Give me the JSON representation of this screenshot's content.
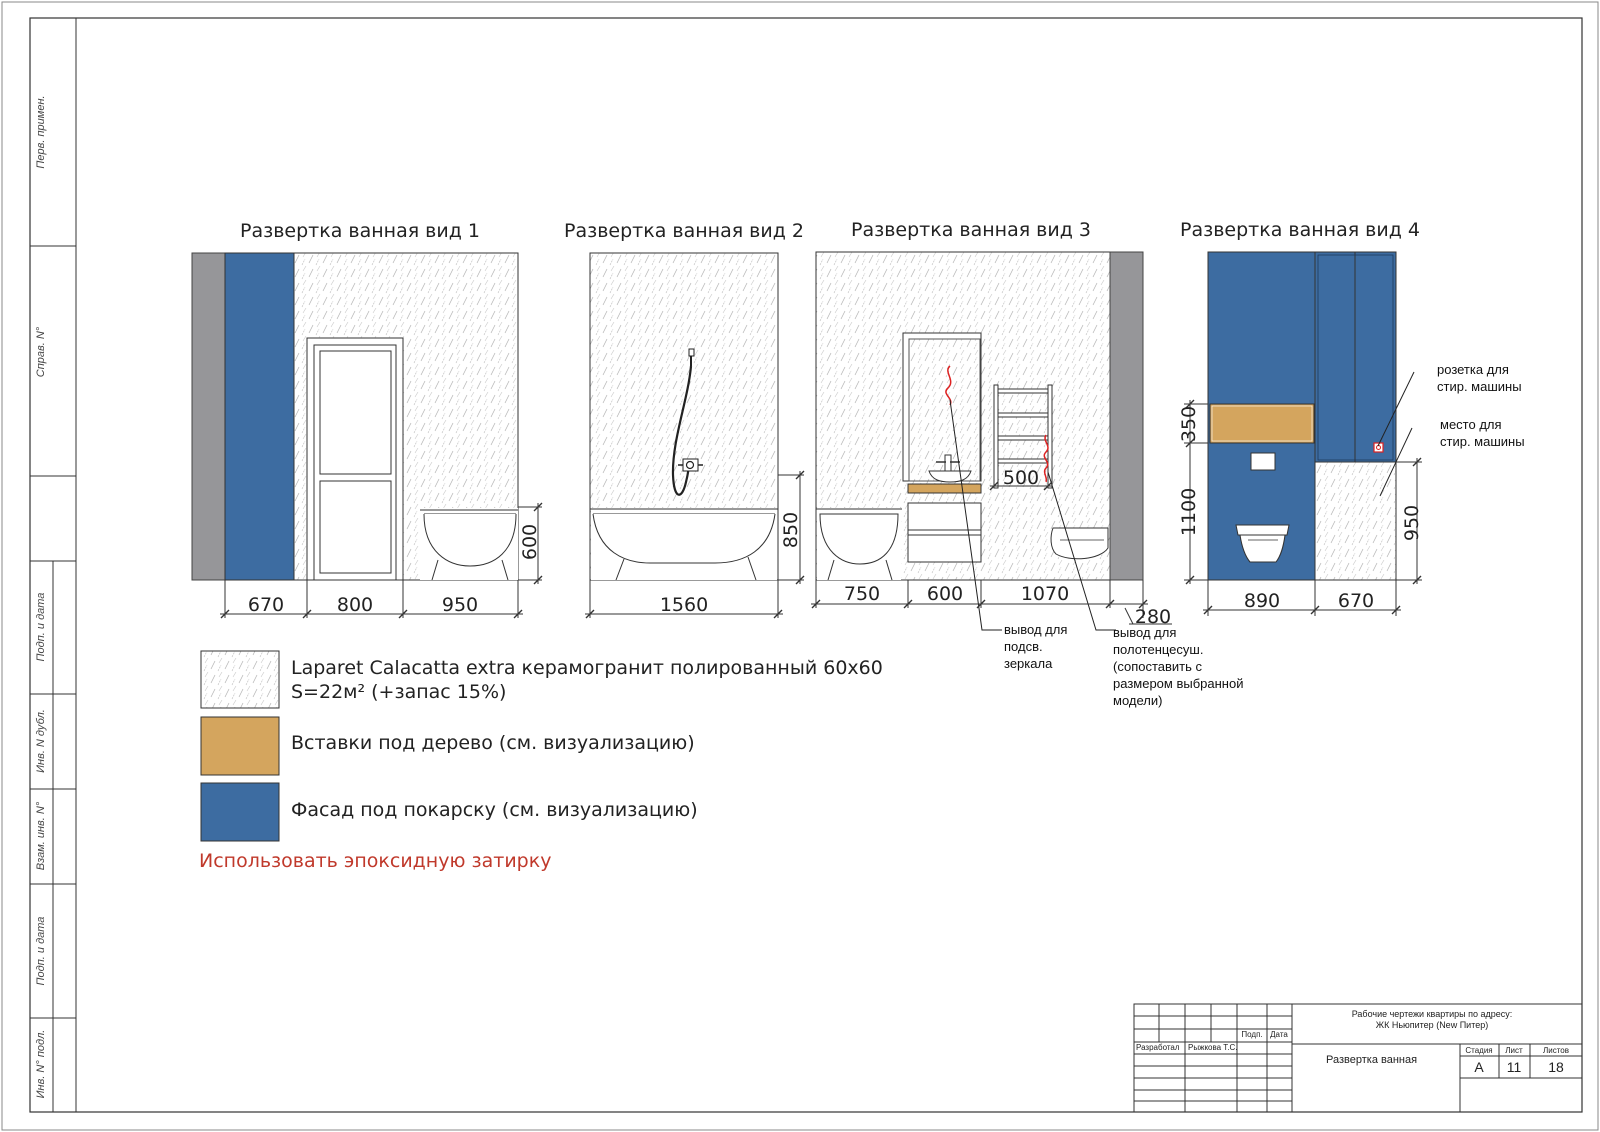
{
  "colors": {
    "tile": "#ffffff",
    "wood": "#d4a55e",
    "facade": "#3d6ca1",
    "wall": "#969699",
    "line": "#333333",
    "note_red": "#c0392b"
  },
  "views": {
    "v1": {
      "title": "Развертка ванная вид 1",
      "dims": [
        "670",
        "800",
        "950"
      ],
      "height": "600"
    },
    "v2": {
      "title": "Развертка ванная вид 2",
      "dims": [
        "1560"
      ],
      "height": "850"
    },
    "v3": {
      "title": "Развертка ванная вид 3",
      "dims": [
        "750",
        "600",
        "1070"
      ],
      "extra_dim": "280",
      "rail_dim": "500",
      "note_mirror": [
        "вывод для",
        "подсв.",
        "зеркала"
      ],
      "note_rail": [
        "вывод для",
        "полотенцесуш.",
        "(сопоставить с",
        "размером выбранной",
        "модели)"
      ]
    },
    "v4": {
      "title": "Развертка ванная вид 4",
      "dims": [
        "890",
        "670"
      ],
      "height_top": "350",
      "height_bottom": "1100",
      "height_right": "950",
      "note_socket": [
        "розетка для",
        "стир. машины"
      ],
      "note_place": [
        "место для",
        "стир. машины"
      ]
    }
  },
  "legend": {
    "tile_line1": "Laparet Calacatta extra керамогранит полированный 60x60",
    "tile_line2": "S=22м² (+запас 15%)",
    "wood": "Вставки под дерево (см. визуализацию)",
    "facade": "Фасад под покарску (см. визуализацию)",
    "note": "Использовать эпоксидную затирку"
  },
  "side_labels": [
    "Перв. примен.",
    "Справ. N°",
    "Подп. и дата",
    "Инв. N дубл.",
    "Взам. инв. N°",
    "Подп. и дата",
    "Инв. N° подл."
  ],
  "stamp": {
    "project_line1": "Рабочие чертежи квартиры по адресу:",
    "project_line2": "ЖК Ньюпитер (New Питер)",
    "sheet_title": "Развертка ванная",
    "col_podp": "Подп.",
    "col_data": "Дата",
    "role": "Разработал",
    "name": "Рыжкова Т.С.",
    "stage_label": "Стадия",
    "sheet_label": "Лист",
    "sheets_label": "Листов",
    "stage": "А",
    "sheet": "11",
    "sheets": "18"
  }
}
